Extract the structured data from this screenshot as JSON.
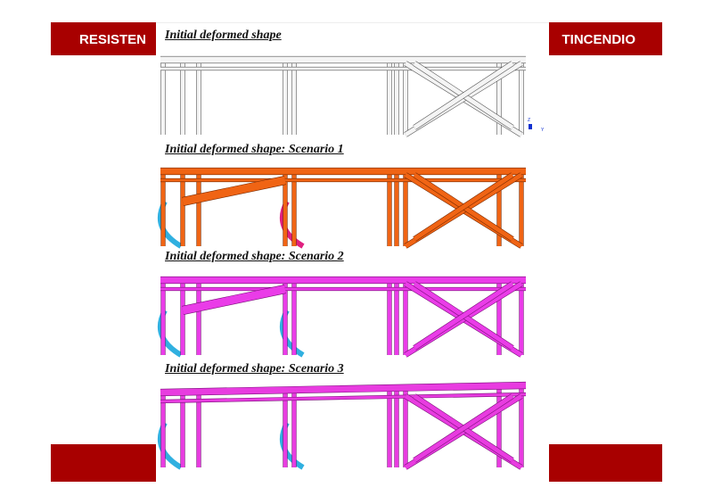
{
  "slide": {
    "header_left": "RESISTEN",
    "header_right": "TINCENDIO"
  },
  "panels": [
    {
      "title": "Initial deformed shape",
      "color": "#f4f4f4",
      "stroke": "#555"
    },
    {
      "title": "Initial deformed shape: Scenario 1",
      "color": "#f06414",
      "stroke": "#7a2a00"
    },
    {
      "title": "Initial deformed shape: Scenario 2",
      "color": "#ea3ce8",
      "stroke": "#7a107a"
    },
    {
      "title": "Initial deformed shape: Scenario 3",
      "color": "#e83ce0",
      "stroke": "#7a107a"
    }
  ],
  "axis_icon": {
    "labels": [
      "Z",
      "Y"
    ]
  }
}
